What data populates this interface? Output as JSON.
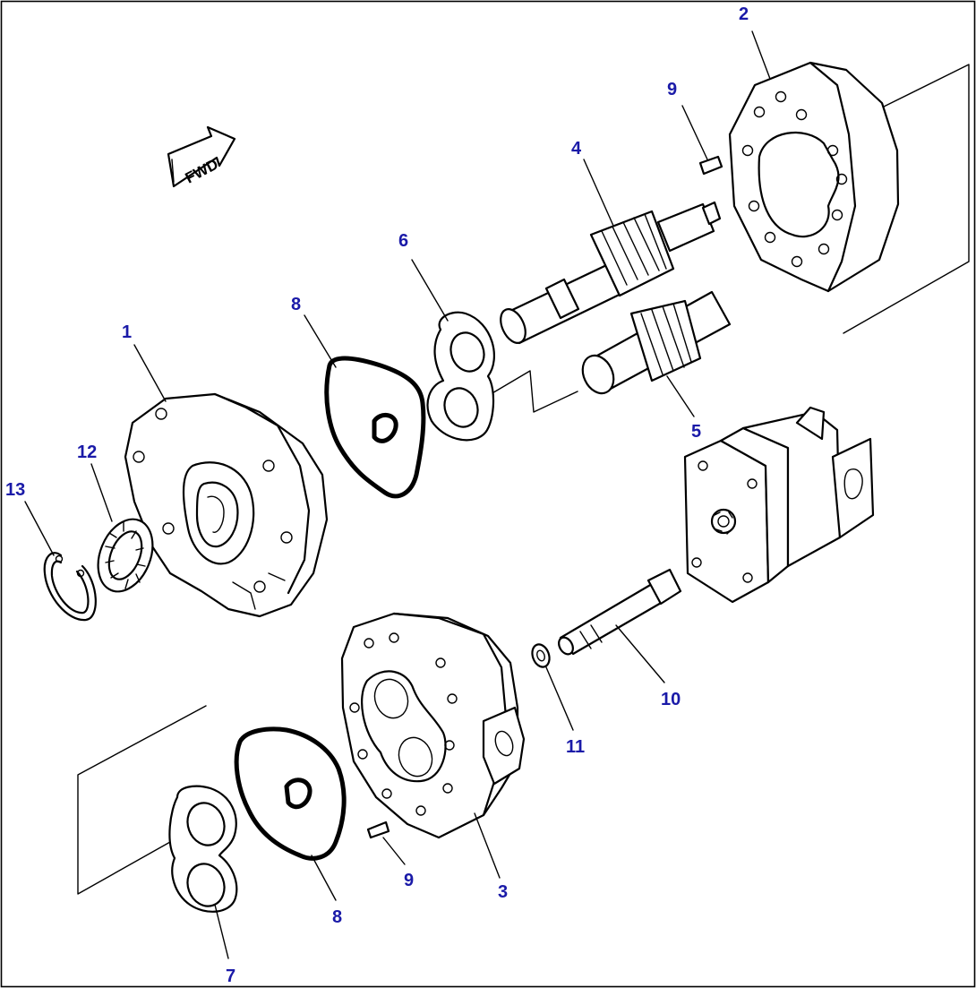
{
  "colors": {
    "callout": "#1a1aa8",
    "line": "#000000",
    "background": "#ffffff"
  },
  "direction_label": "FWD",
  "callouts": [
    {
      "id": "c1",
      "text": "1"
    },
    {
      "id": "c2",
      "text": "2"
    },
    {
      "id": "c3",
      "text": "3"
    },
    {
      "id": "c4",
      "text": "4"
    },
    {
      "id": "c5",
      "text": "5"
    },
    {
      "id": "c6",
      "text": "6"
    },
    {
      "id": "c7",
      "text": "7"
    },
    {
      "id": "c8a",
      "text": "8"
    },
    {
      "id": "c8b",
      "text": "8"
    },
    {
      "id": "c9a",
      "text": "9"
    },
    {
      "id": "c9b",
      "text": "9"
    },
    {
      "id": "c10",
      "text": "10"
    },
    {
      "id": "c11",
      "text": "11"
    },
    {
      "id": "c12",
      "text": "12"
    },
    {
      "id": "c13",
      "text": "13"
    }
  ]
}
